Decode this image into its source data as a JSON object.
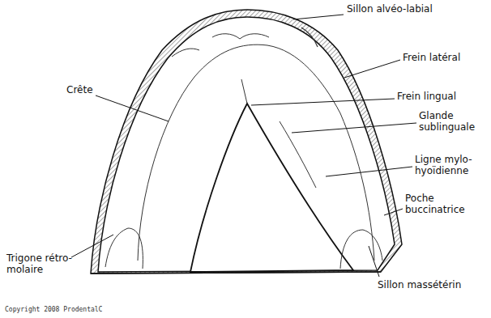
{
  "diagram": {
    "labels": [
      "Sillon alvéo-labial",
      "Frein latéral",
      "Crête",
      "Frein lingual",
      "Glande sublinguale",
      "Ligne mylo- hyoïdienne",
      "Poche buccinatrice",
      "Trigone rétro- molaire",
      "Sillon massétérin",
      "Copyright 2008 ProdentalC"
    ]
  }
}
